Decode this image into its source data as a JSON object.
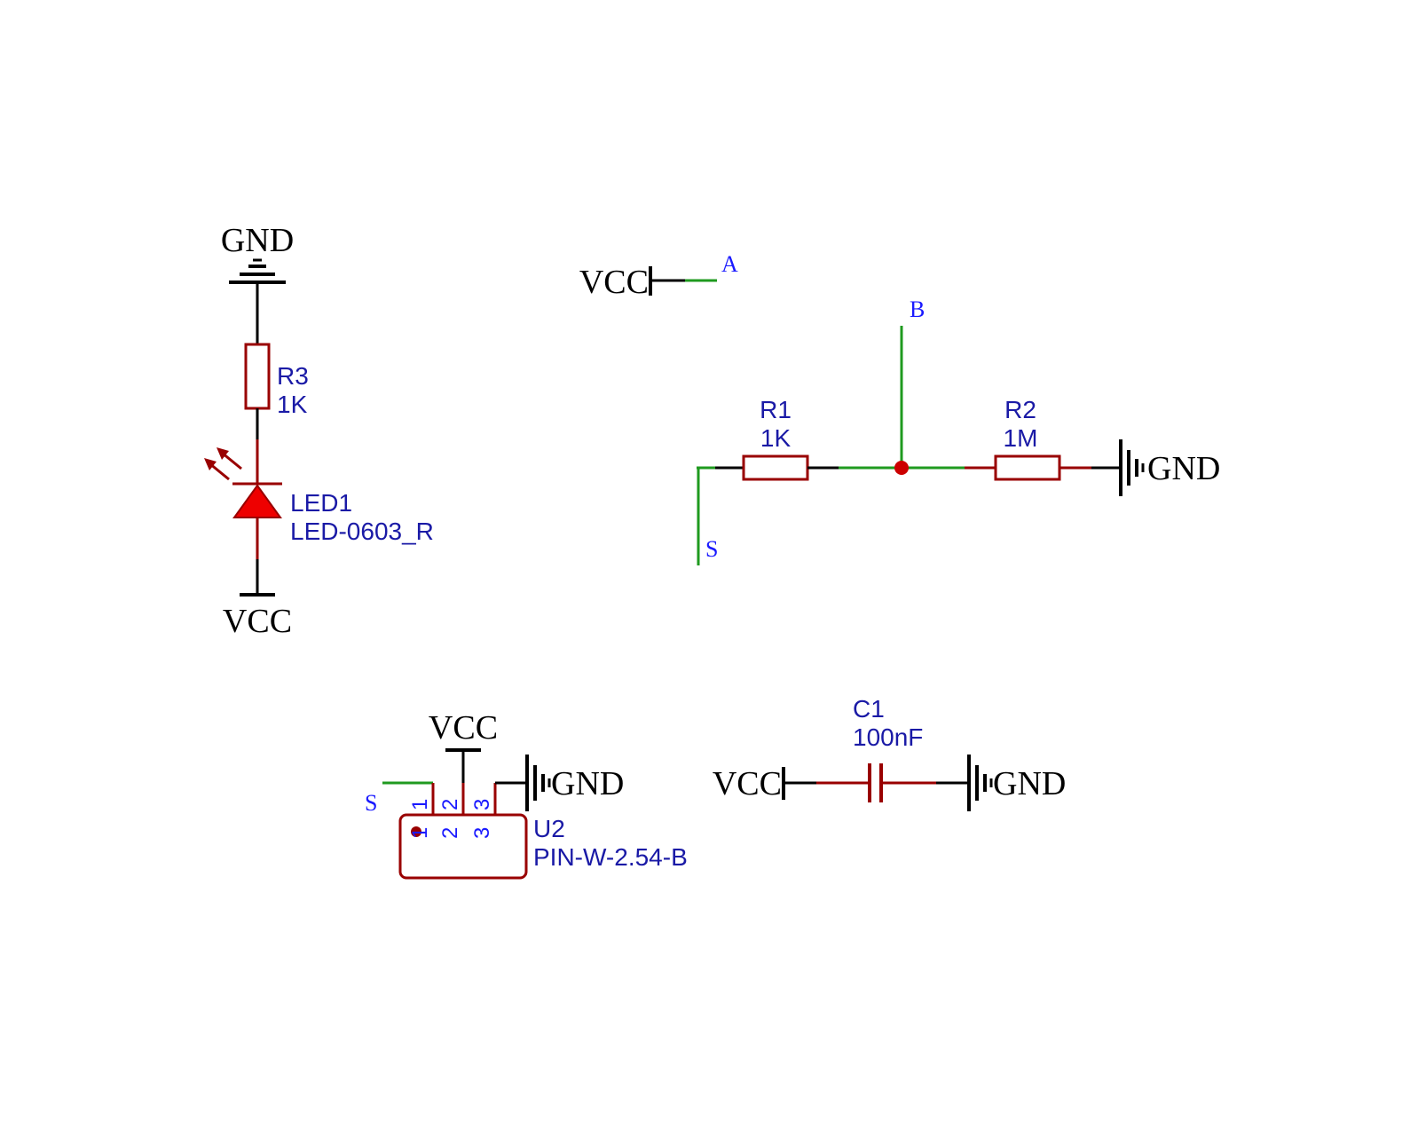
{
  "power": {
    "gnd": "GND",
    "vcc": "VCC"
  },
  "nets": {
    "a": "A",
    "b": "B",
    "s": "S"
  },
  "components": {
    "r3": {
      "ref": "R3",
      "value": "1K"
    },
    "led1": {
      "ref": "LED1",
      "value": "LED-0603_R"
    },
    "r1": {
      "ref": "R1",
      "value": "1K"
    },
    "r2": {
      "ref": "R2",
      "value": "1M"
    },
    "u2": {
      "ref": "U2",
      "value": "PIN-W-2.54-B",
      "pins": [
        "1",
        "2",
        "3"
      ]
    },
    "c1": {
      "ref": "C1",
      "value": "100nF"
    }
  },
  "colors": {
    "wire": "#1f9a1f",
    "component": "#990000",
    "power": "#000000",
    "label": "#1a1aa6",
    "net_label": "#1a1aff",
    "junction": "#cc0000",
    "led_fill": "#ee0000"
  }
}
